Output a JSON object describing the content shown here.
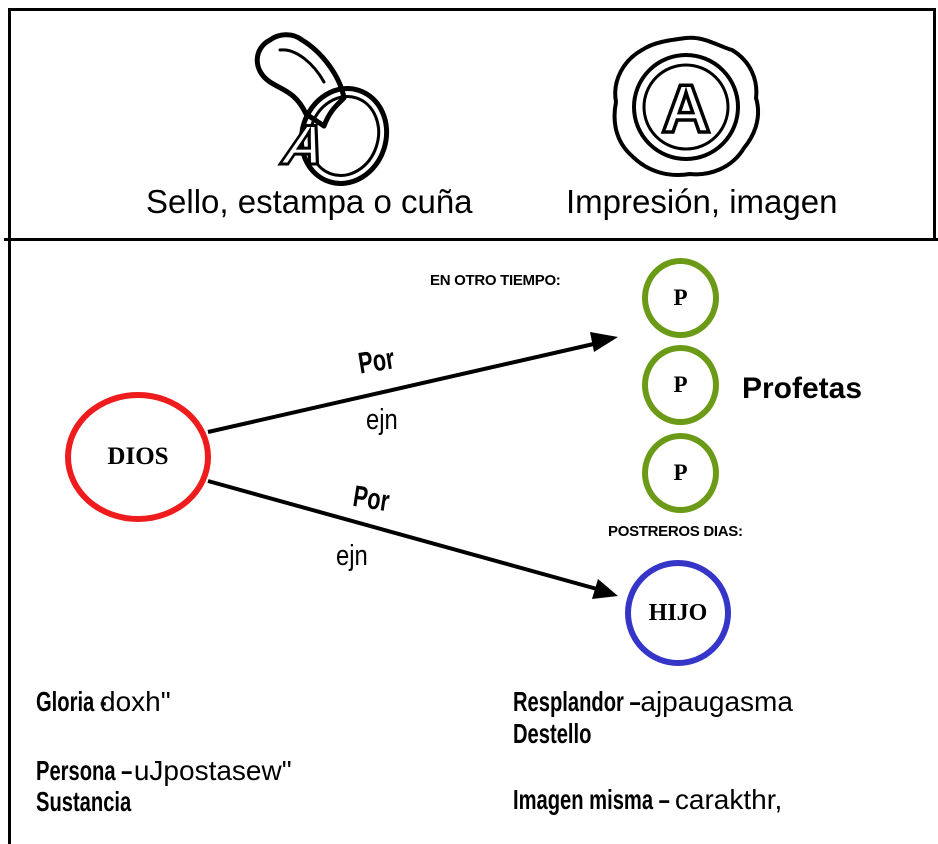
{
  "top_panel": {
    "left_caption": "Sello, estampa o cuña",
    "right_caption": "Impresión, imagen",
    "seal_letter": "A"
  },
  "diagram": {
    "source_node": "DIOS",
    "label_en_otro_tiempo": "EN OTRO TIEMPO:",
    "label_postreros_dias": "POSTREROS DIAS:",
    "prophet_letter": "P",
    "prophets_label": "Profetas",
    "son_node": "HIJO",
    "upper_arrow_word": "Por",
    "upper_arrow_greek": "ejn",
    "lower_arrow_word": "Por",
    "lower_arrow_greek": "ejn",
    "colors": {
      "dios_ring": "#ee1c1c",
      "prophet_ring": "#6b9a16",
      "hijo_ring": "#3535c8"
    }
  },
  "terms": {
    "gloria_label": "Gloria - ",
    "gloria_greek": "doxh\"",
    "persona_label": "Persona – ",
    "persona_greek": "uJpostasew\"",
    "sustancia": "Sustancia",
    "resplandor_label": "Resplandor – ",
    "resplandor_greek": "ajpaugasma",
    "destello": "Destello",
    "imagen_label": "Imagen misma – ",
    "imagen_greek": "carakthr,"
  }
}
